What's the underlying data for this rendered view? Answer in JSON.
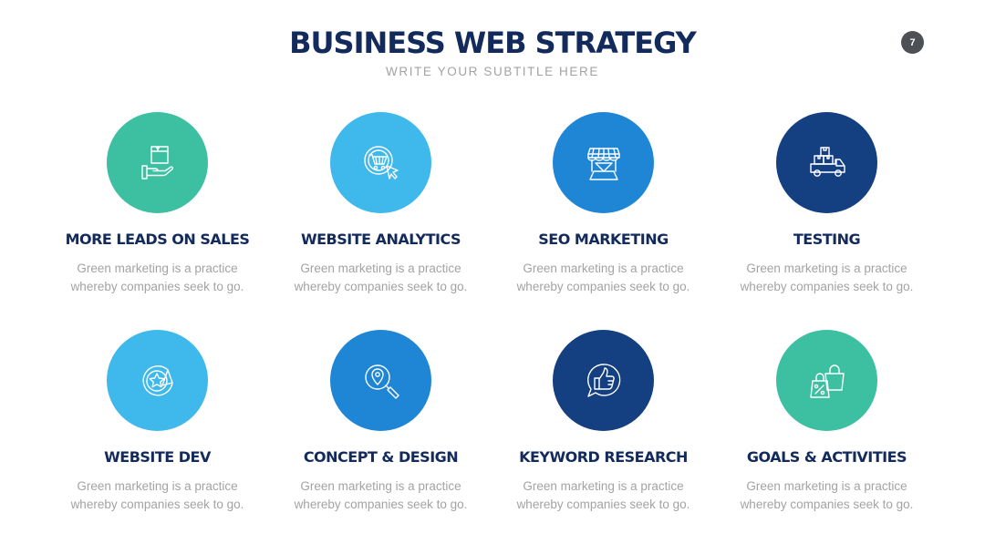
{
  "header": {
    "title": "BUSINESS WEB STRATEGY",
    "subtitle": "WRITE YOUR SUBTITLE HERE",
    "page_number": "7"
  },
  "colors": {
    "title": "#122a5c",
    "text_muted": "#a3a3a3",
    "teal": "#3dbfa1",
    "sky": "#3fb8ec",
    "blue": "#1f86d6",
    "navy": "#143f80",
    "badge": "#4d5054"
  },
  "items": [
    {
      "title": "MORE LEADS ON SALES",
      "desc_line1": "Green marketing is a practice",
      "desc_line2": "whereby companies seek to go.",
      "icon": "box-hand-icon",
      "color": "#3dbfa1"
    },
    {
      "title": "WEBSITE ANALYTICS",
      "desc_line1": "Green marketing is a practice",
      "desc_line2": "whereby companies seek to go.",
      "icon": "cart-click-icon",
      "color": "#3fb8ec"
    },
    {
      "title": "SEO MARKETING",
      "desc_line1": "Green marketing is a practice",
      "desc_line2": "whereby companies seek to go.",
      "icon": "storefront-icon",
      "color": "#1f86d6"
    },
    {
      "title": "TESTING",
      "desc_line1": "Green marketing is a practice",
      "desc_line2": "whereby companies seek to go.",
      "icon": "delivery-truck-icon",
      "color": "#143f80"
    },
    {
      "title": "WEBSITE DEV",
      "desc_line1": "Green marketing is a practice",
      "desc_line2": "whereby companies seek to go.",
      "icon": "star-sticker-icon",
      "color": "#3fb8ec"
    },
    {
      "title": "CONCEPT & DESIGN",
      "desc_line1": "Green marketing is a practice",
      "desc_line2": "whereby companies seek to go.",
      "icon": "location-search-icon",
      "color": "#1f86d6"
    },
    {
      "title": "KEYWORD RESEARCH",
      "desc_line1": "Green marketing is a practice",
      "desc_line2": "whereby companies seek to go.",
      "icon": "thumbs-up-bubble-icon",
      "color": "#143f80"
    },
    {
      "title": "GOALS & ACTIVITIES",
      "desc_line1": "Green marketing is a practice",
      "desc_line2": "whereby companies seek to go.",
      "icon": "shopping-bags-icon",
      "color": "#3dbfa1"
    }
  ]
}
